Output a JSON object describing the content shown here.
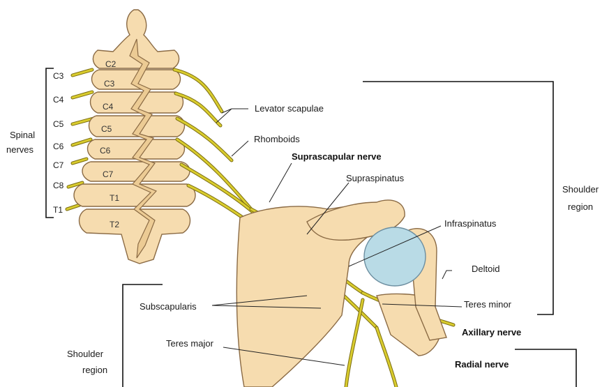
{
  "spinal_nerves_label": [
    "Spinal",
    "nerves"
  ],
  "spinal_levels": [
    "C3",
    "C4",
    "C5",
    "C6",
    "C7",
    "C8",
    "T1"
  ],
  "vertebrae": [
    "C2",
    "C3",
    "C4",
    "C5",
    "C6",
    "C7",
    "T1",
    "T2"
  ],
  "labels": {
    "levator_scapulae": "Levator scapulae",
    "rhomboids": "Rhomboids",
    "suprascapular_nerve": "Suprascapular nerve",
    "supraspinatus": "Supraspinatus",
    "infraspinatus": "Infraspinatus",
    "deltoid": "Deltoid",
    "subscapularis": "Subscapularis",
    "teres_minor": "Teres minor",
    "axillary_nerve": "Axillary nerve",
    "teres_major": "Teres major",
    "radial_nerve": "Radial nerve"
  },
  "shoulder_region_right": [
    "Shoulder",
    "region"
  ],
  "shoulder_region_left": [
    "Shoulder",
    "region"
  ],
  "colors": {
    "bone": "#f6dcaf",
    "nerve": "#d9cc2e",
    "glenoid": "#b9dbe6"
  }
}
